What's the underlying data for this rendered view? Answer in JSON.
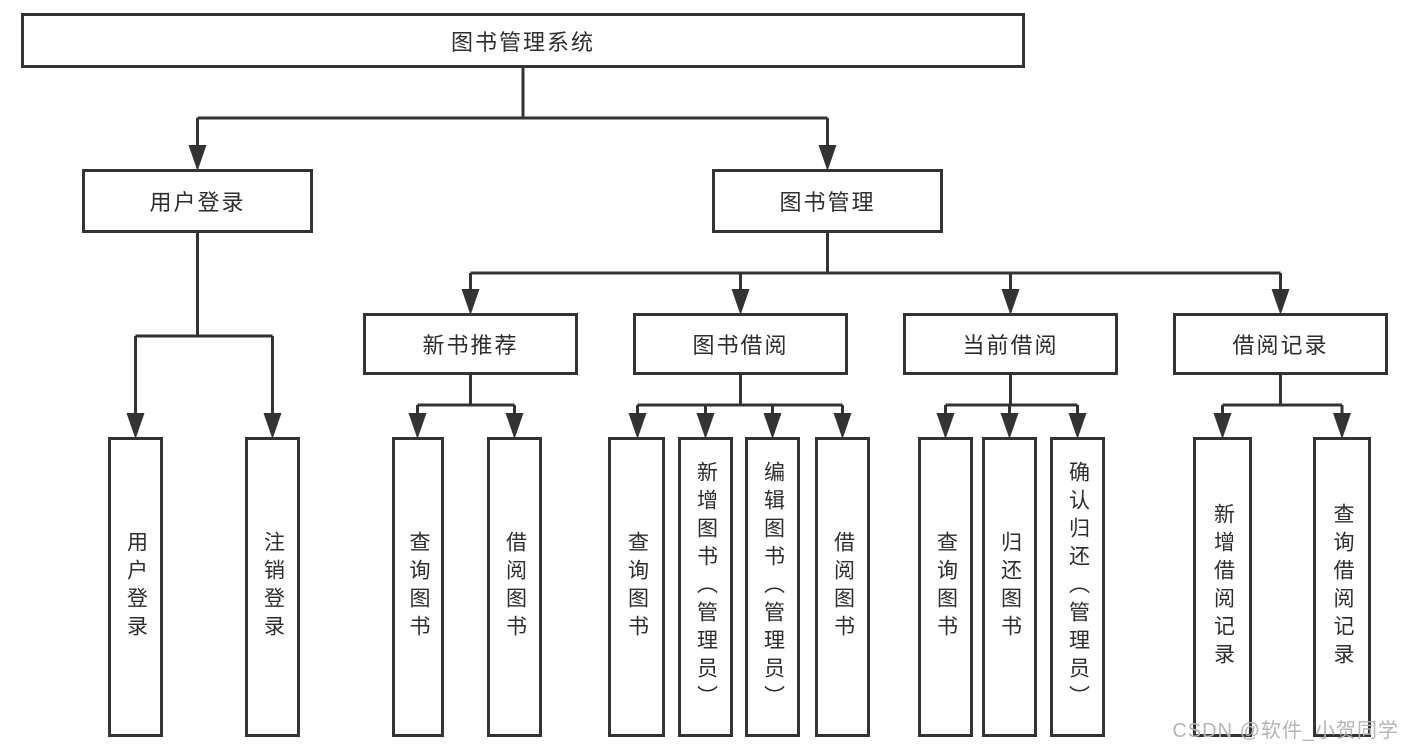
{
  "diagram": {
    "title": "图书管理系统",
    "tree": {
      "root": {
        "label": "图书管理系统"
      },
      "user_login": {
        "label": "用户登录",
        "children": [
          {
            "label": "用户登录"
          },
          {
            "label": "注销登录"
          }
        ]
      },
      "book_mgmt": {
        "label": "图书管理",
        "children": [
          {
            "label": "新书推荐",
            "children": [
              {
                "label": "查询图书"
              },
              {
                "label": "借阅图书"
              }
            ]
          },
          {
            "label": "图书借阅",
            "children": [
              {
                "label": "查询图书"
              },
              {
                "label": "新增图书（管理员）"
              },
              {
                "label": "编辑图书（管理员）"
              },
              {
                "label": "借阅图书"
              }
            ]
          },
          {
            "label": "当前借阅",
            "children": [
              {
                "label": "查询图书"
              },
              {
                "label": "归还图书"
              },
              {
                "label": "确认归还（管理员）"
              }
            ]
          },
          {
            "label": "借阅记录",
            "children": [
              {
                "label": "新增借阅记录"
              },
              {
                "label": "查询借阅记录"
              }
            ]
          }
        ]
      }
    },
    "watermark": {
      "text": "CSDN @软件_小贺同学",
      "color": "#b5b5b5"
    },
    "colors": {
      "line": "#333333",
      "text": "#2d2d2d",
      "box_bg": "#ffffff"
    }
  }
}
